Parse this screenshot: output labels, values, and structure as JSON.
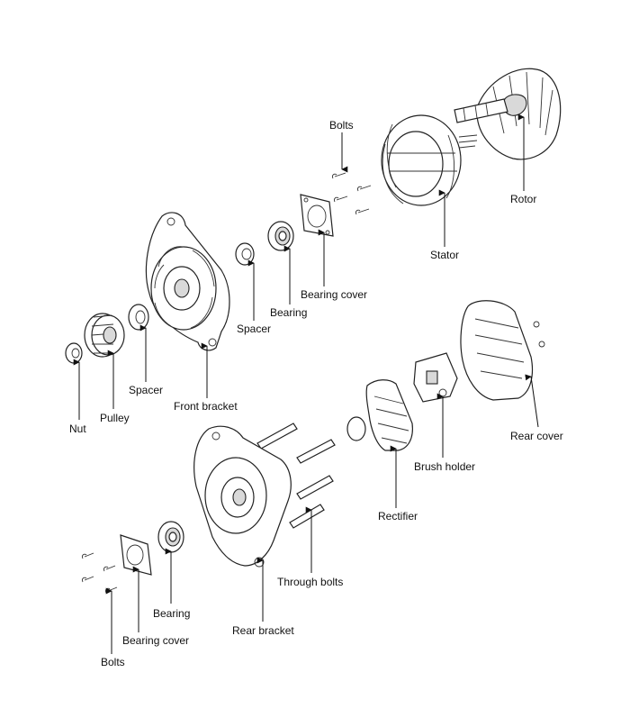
{
  "labels": {
    "bolts_top": "Bolts",
    "rotor": "Rotor",
    "stator": "Stator",
    "bearing_cover_top": "Bearing cover",
    "bearing_top": "Bearing",
    "spacer_top": "Spacer",
    "front_bracket": "Front bracket",
    "spacer_mid": "Spacer",
    "pulley": "Pulley",
    "nut": "Nut",
    "rear_cover": "Rear cover",
    "brush_holder": "Brush holder",
    "rectifier": "Rectifier",
    "through_bolts": "Through bolts",
    "rear_bracket": "Rear bracket",
    "bearing_bottom": "Bearing",
    "bearing_cover_bottom": "Bearing cover",
    "bolts_bottom": "Bolts"
  },
  "colors": {
    "line": "#222222",
    "background": "#ffffff"
  }
}
